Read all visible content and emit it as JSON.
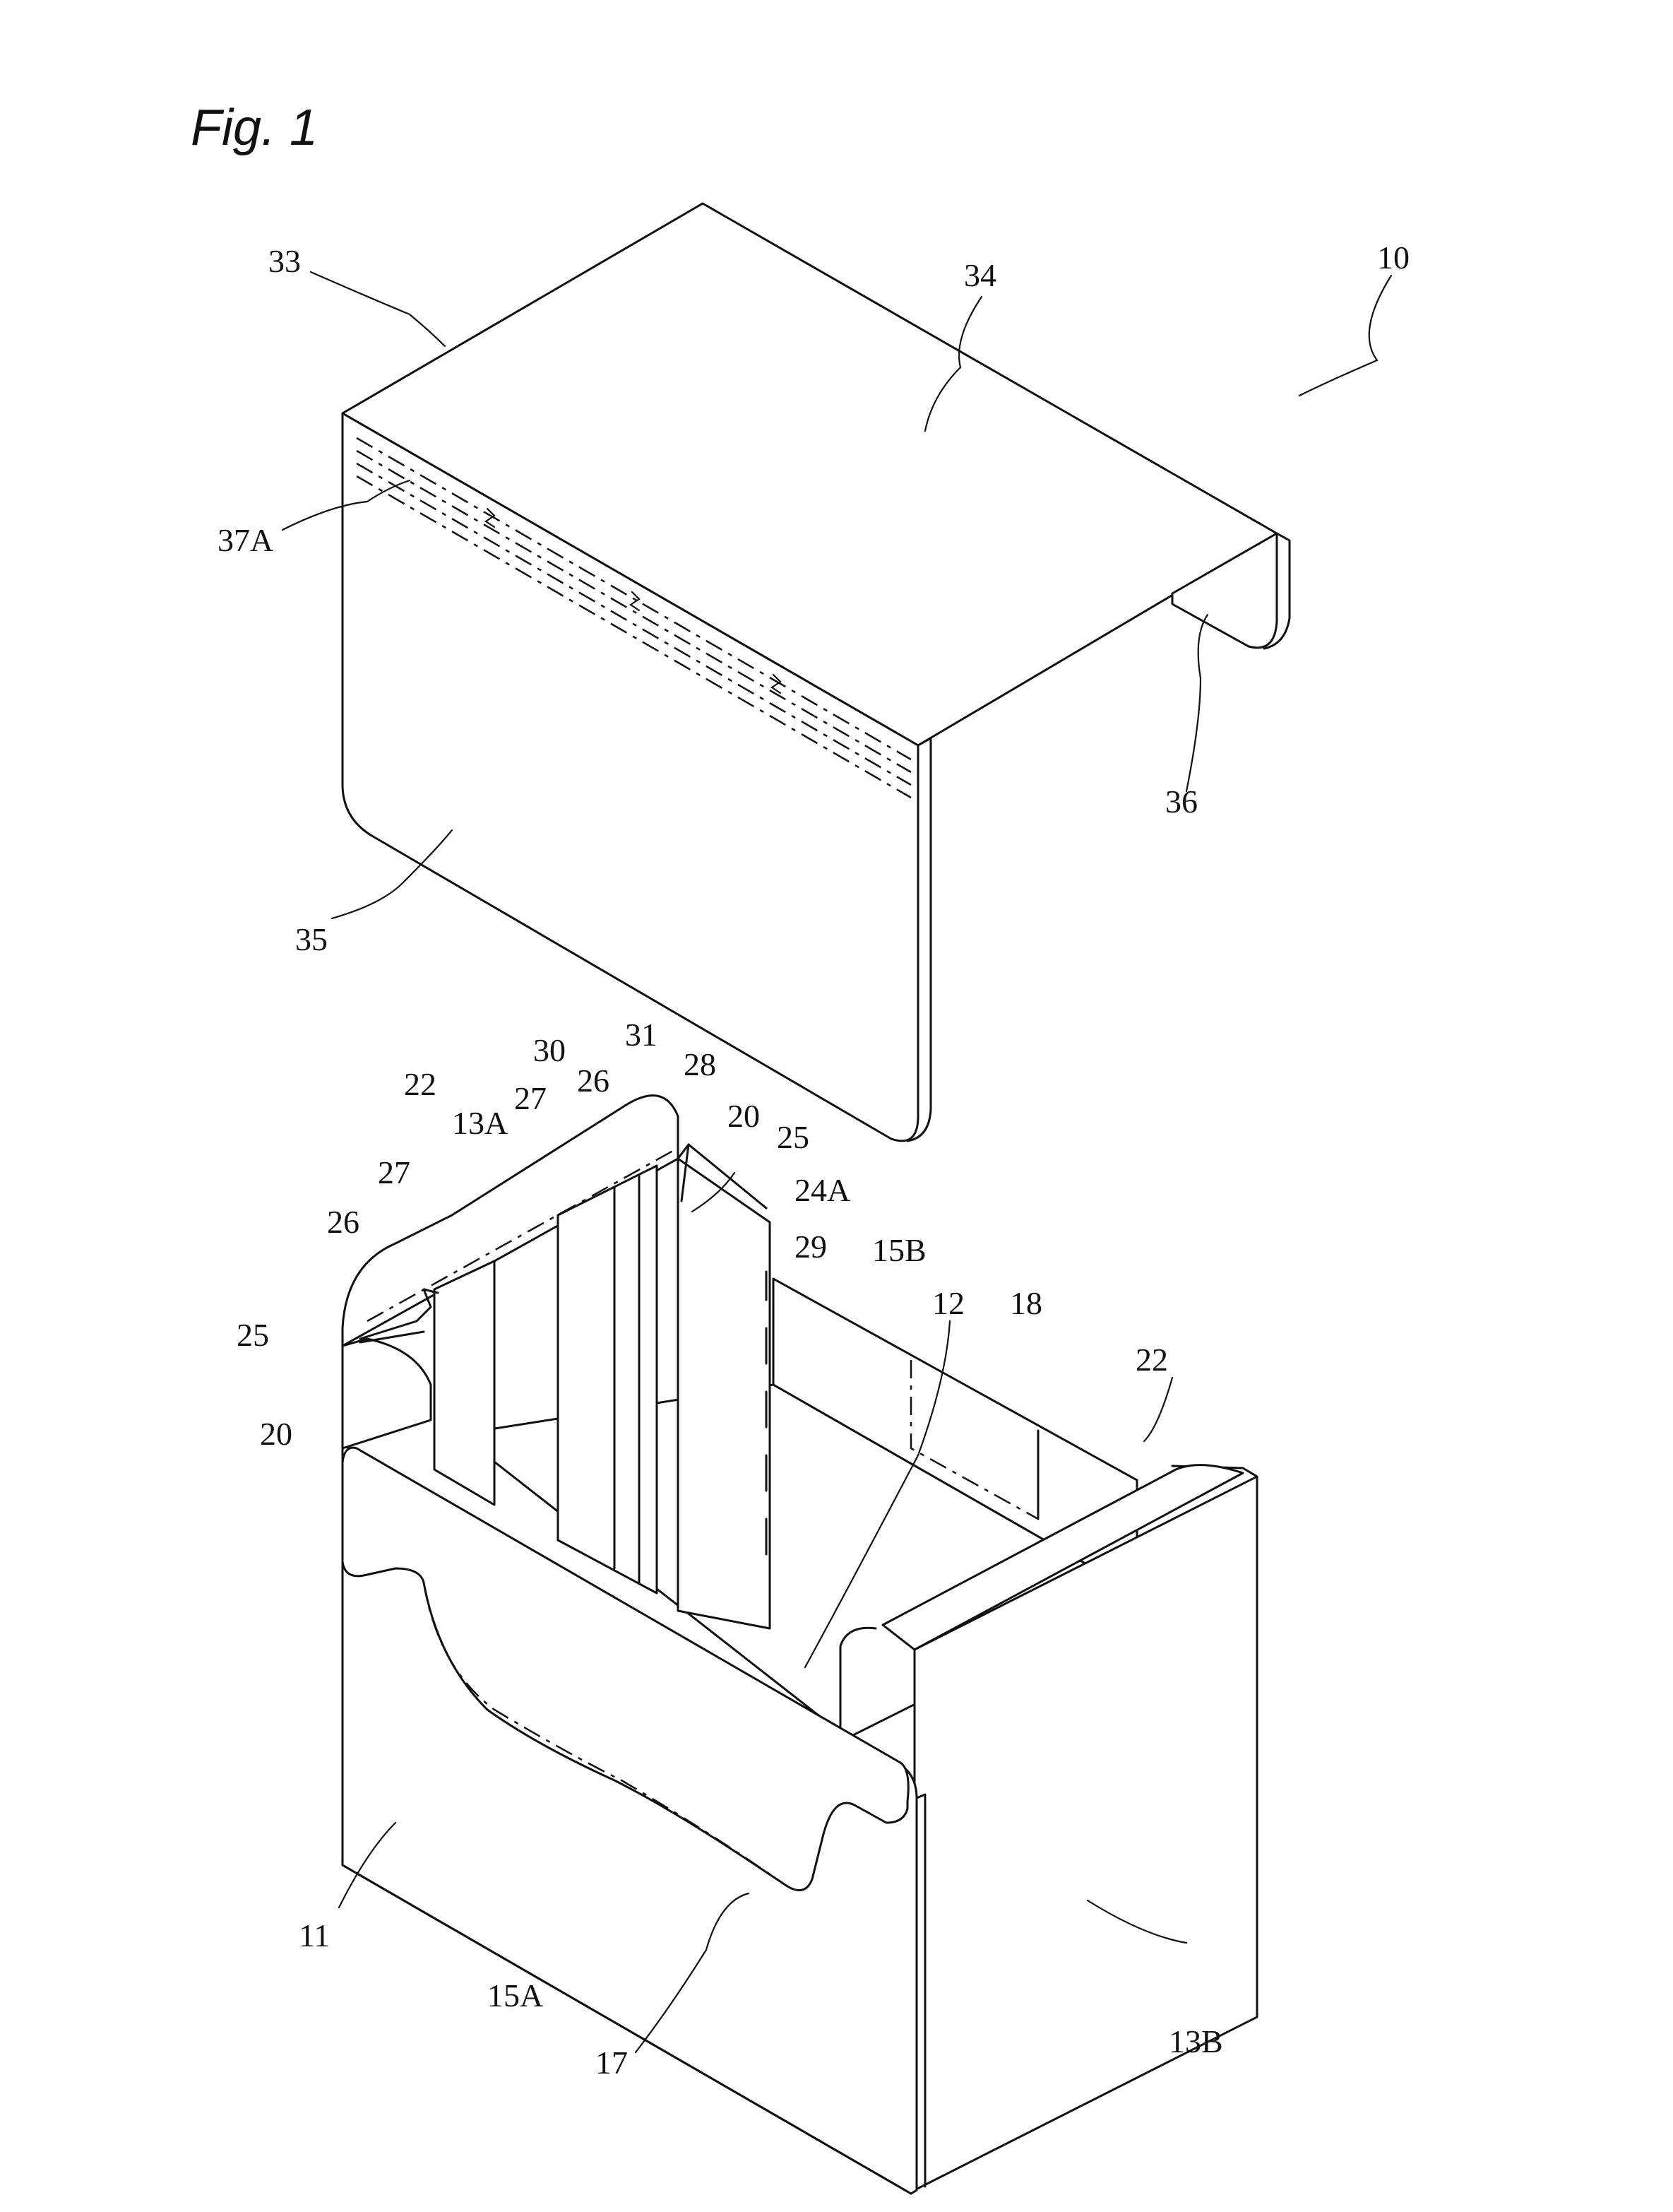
{
  "figure_label": "Fig. 1",
  "reference_numerals": {
    "n10": "10",
    "n33": "33",
    "n34": "34",
    "n37A": "37A",
    "n36": "36",
    "n35": "35",
    "n30": "30",
    "n31": "31",
    "n28": "28",
    "n22a": "22",
    "n13A": "13A",
    "n27a": "27",
    "n26a": "26",
    "n20a": "20",
    "n25a": "25",
    "n24A": "24A",
    "n27b": "27",
    "n29": "29",
    "n15B": "15B",
    "n26b": "26",
    "n12": "12",
    "n18": "18",
    "n22b": "22",
    "n25b": "25",
    "n20b": "20",
    "n11": "11",
    "n15A": "15A",
    "n17": "17",
    "n13B": "13B"
  },
  "line_color": "#111111",
  "background_color": "#ffffff"
}
